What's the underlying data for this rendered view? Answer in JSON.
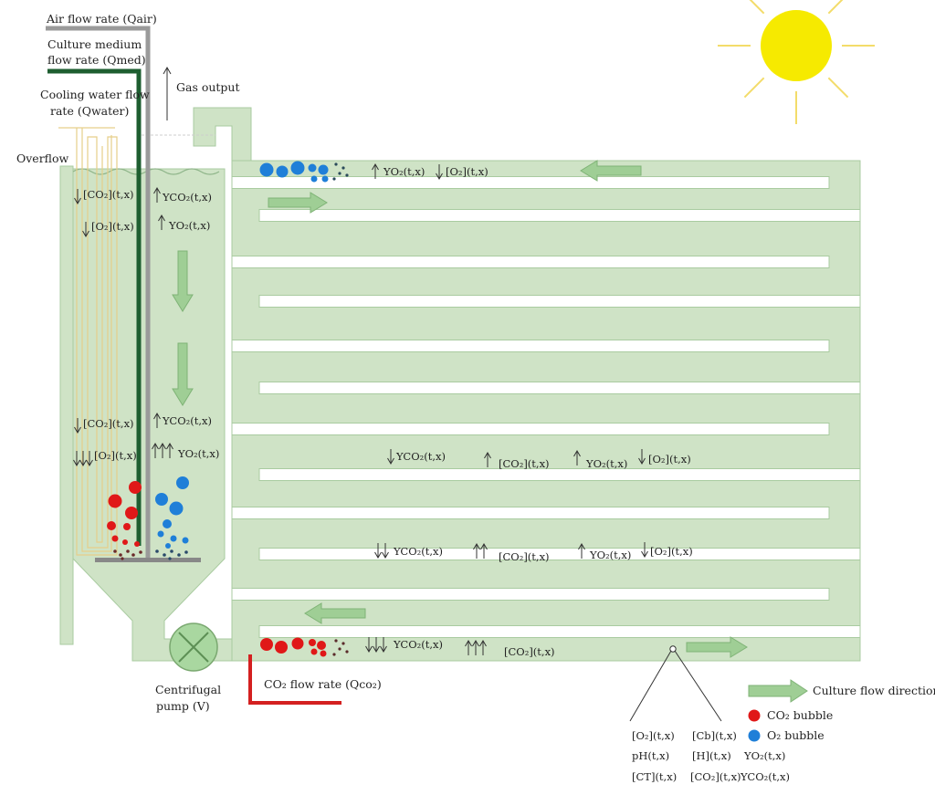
{
  "labels": {
    "air_flow": "Air flow rate (Qair)",
    "culture_medium_1": "Culture medium",
    "culture_medium_2": "flow rate (Qmed)",
    "cooling_water_1": "Cooling water flow",
    "cooling_water_2": "rate (Qwater)",
    "overflow": "Overflow",
    "gas_output": "Gas output",
    "pump_1": "Centrifugal",
    "pump_2": "pump (V)",
    "co2_flow": "CO₂ flow rate (Qco₂)"
  },
  "column_vars": {
    "left_top_co2": "[CO₂](t,x)",
    "left_top_o2": "[O₂](t,x)",
    "right_top_yco2": "YCO₂(t,x)",
    "right_top_yo2": "YO₂(t,x)",
    "left_bot_co2": "[CO₂](t,x)",
    "left_bot_o2": "[O₂](t,x)",
    "right_bot_yco2": "YCO₂(t,x)",
    "right_bot_yo2": "YO₂(t,x)"
  },
  "tube_vars": {
    "top_yo2": "YO₂(t,x)",
    "top_o2": "[O₂](t,x)",
    "mid1_yco2": "YCO₂(t,x)",
    "mid1_co2": "[CO₂](t,x)",
    "mid1_yo2": "YO₂(t,x)",
    "mid1_o2": "[O₂](t,x)",
    "mid2_yco2": "YCO₂(t,x)",
    "mid2_co2": "[CO₂](t,x)",
    "mid2_yo2": "YO₂(t,x)",
    "mid2_o2": "[O₂](t,x)",
    "bot_yco2": "YCO₂(t,x)",
    "bot_co2": "[CO₂](t,x)"
  },
  "probe_vars": {
    "o2": "[O₂](t,x)",
    "cb": "[Cb](t,x)",
    "ph": "pH(t,x)",
    "h": "[H](t,x)",
    "yo2": "YO₂(t,x)",
    "ct": "[CT](t,x)",
    "co2": "[CO₂](t,x)",
    "yco2": "YCO₂(t,x)"
  },
  "legend": {
    "flow_direction": "Culture flow direction",
    "co2_bubble": "CO₂ bubble",
    "o2_bubble": "O₂ bubble"
  },
  "colors": {
    "culture": "#cfe3c6",
    "culture_stroke": "#a9cba0",
    "air_pipe": "#9a9a9a",
    "medium_pipe": "#1e5e30",
    "co2_pipe": "#d42020",
    "cooling": "#e6cf8a",
    "co2_bubble": "#e01818",
    "o2_bubble": "#1f7fd8",
    "sun": "#f6ea00",
    "sun_rays": "#f3dc6a",
    "pump": "#a9d7a0",
    "flow_arrow": "#9fce95",
    "plate": "#888888"
  }
}
